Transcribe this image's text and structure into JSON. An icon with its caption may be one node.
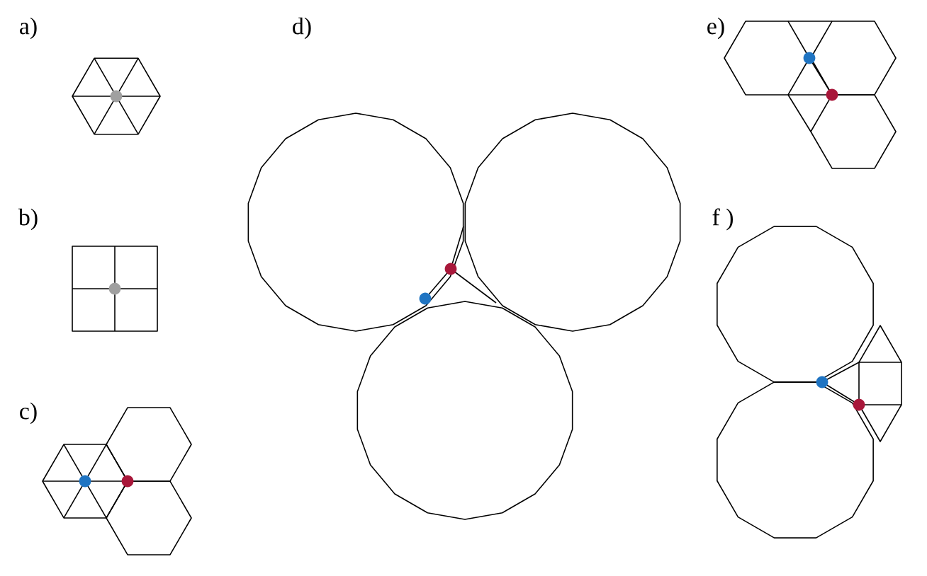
{
  "diagram": {
    "labels": [
      "a)",
      "b)",
      "c)",
      "d)",
      "e)",
      "f )"
    ]
  }
}
